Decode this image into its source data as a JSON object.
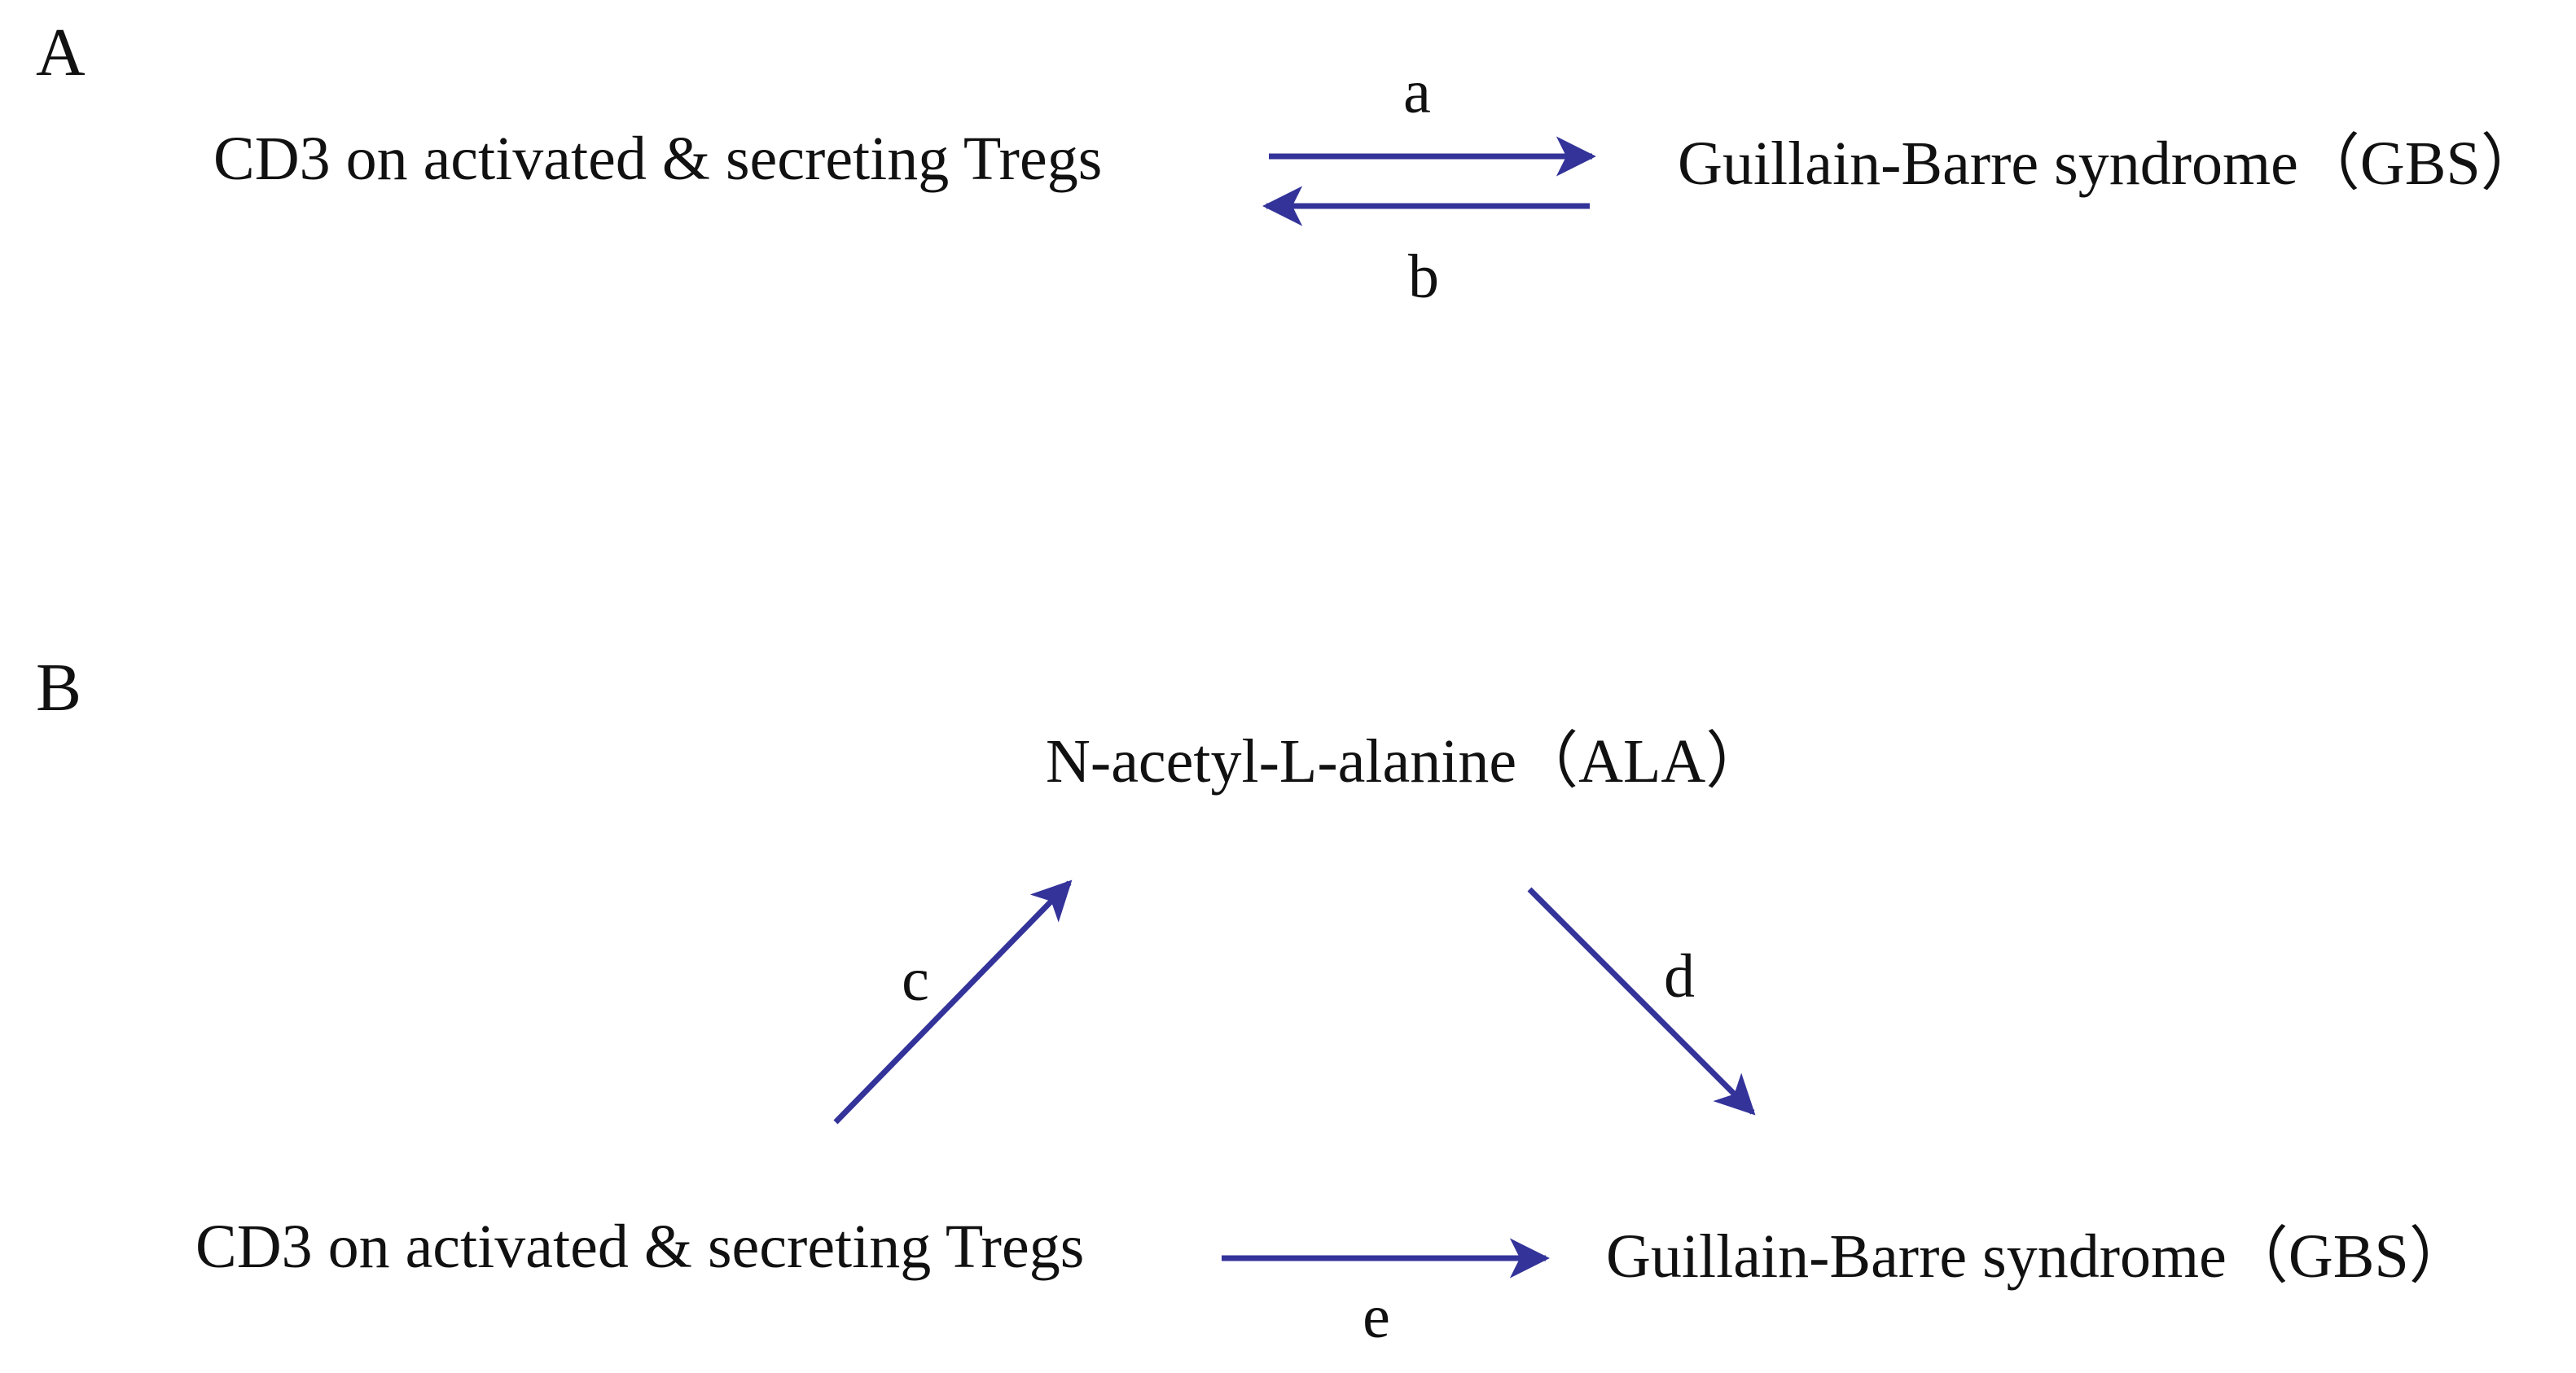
{
  "colors": {
    "arrow": "#33339a",
    "text": "#111111"
  },
  "panel_a": {
    "letter": "A",
    "left_node": "CD3 on activated & secreting Tregs",
    "right_node": "Guillain-Barre syndrome（GBS）",
    "arrow_forward_label": "a",
    "arrow_back_label": "b"
  },
  "panel_b": {
    "letter": "B",
    "top_node": "N-acetyl-L-alanine（ALA）",
    "left_node": "CD3 on activated & secreting Tregs",
    "right_node": "Guillain-Barre syndrome（GBS）",
    "arrow_c_label": "c",
    "arrow_d_label": "d",
    "arrow_e_label": "e"
  }
}
